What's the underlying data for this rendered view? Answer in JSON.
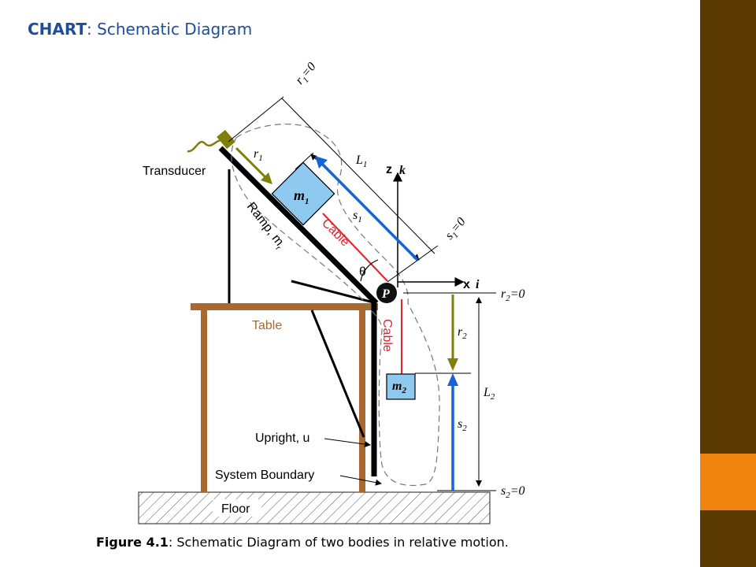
{
  "slide": {
    "title_bold": "CHART",
    "title_rest": ": Schematic Diagram"
  },
  "figure": {
    "caption_bold": "Figure 4.1",
    "caption_rest": ": Schematic Diagram of two bodies in relative motion."
  },
  "labels": {
    "transducer": "Transducer",
    "table": "Table",
    "upright": "Upright, u",
    "system_boundary": "System Boundary",
    "floor": "Floor",
    "ramp": "Ramp, m",
    "ramp_sub": "r",
    "cable_upper": "Cable",
    "cable_lower": "Cable",
    "theta": "θ",
    "pulley": "P",
    "z_axis": "z",
    "z_unit": "k",
    "x_axis": "x",
    "x_unit": "i",
    "m1": "m",
    "m1_sub": "1",
    "m2": "m",
    "m2_sub": "2",
    "r1": "r",
    "r1_sub": "1",
    "s1": "s",
    "s1_sub": "1",
    "L1": "L",
    "L1_sub": "1",
    "r1_zero": "r",
    "r1_zero_sub": "1",
    "r1_zero_eq": "=0",
    "s1_zero": "s",
    "s1_zero_sub": "1",
    "s1_zero_eq": "=0",
    "r2": "r",
    "r2_sub": "2",
    "s2": "s",
    "s2_sub": "2",
    "L2": "L",
    "L2_sub": "2",
    "r2_zero": "r",
    "r2_zero_sub": "2",
    "r2_zero_eq": "=0",
    "s2_zero": "s",
    "s2_zero_sub": "2",
    "s2_zero_eq": "=0"
  },
  "colors": {
    "sidebar": "#5a3a00",
    "sidebar_accent": "#f0820e",
    "title": "#1f4e99",
    "wood": "#a8682e",
    "mass_fill": "#8ec9f0",
    "cable": "#e5212d",
    "s_arrow": "#1464d8",
    "r_arrow": "#7f7f0a"
  }
}
